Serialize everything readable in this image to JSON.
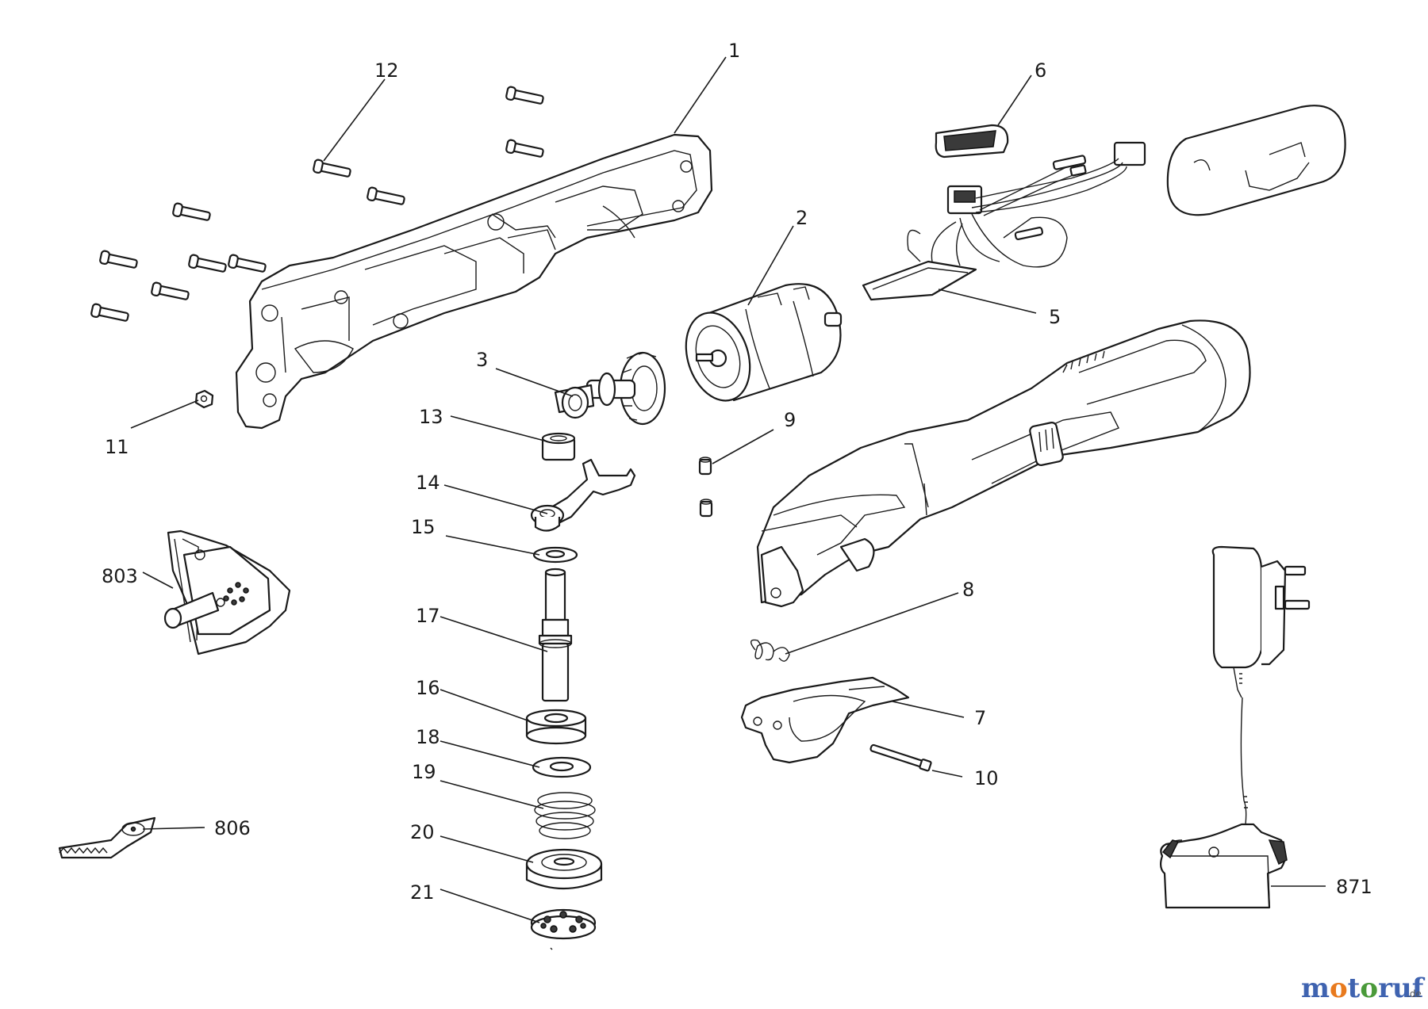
{
  "labels": [
    {
      "id": "1",
      "text": "1"
    },
    {
      "id": "2",
      "text": "2"
    },
    {
      "id": "3",
      "text": "3"
    },
    {
      "id": "5",
      "text": "5"
    },
    {
      "id": "6",
      "text": "6"
    },
    {
      "id": "7",
      "text": "7"
    },
    {
      "id": "8",
      "text": "8"
    },
    {
      "id": "9",
      "text": "9"
    },
    {
      "id": "10",
      "text": "10"
    },
    {
      "id": "11",
      "text": "11"
    },
    {
      "id": "12",
      "text": "12"
    },
    {
      "id": "13",
      "text": "13"
    },
    {
      "id": "14",
      "text": "14"
    },
    {
      "id": "15",
      "text": "15"
    },
    {
      "id": "16",
      "text": "16"
    },
    {
      "id": "17",
      "text": "17"
    },
    {
      "id": "18",
      "text": "18"
    },
    {
      "id": "19",
      "text": "19"
    },
    {
      "id": "20",
      "text": "20"
    },
    {
      "id": "21",
      "text": "21"
    },
    {
      "id": "803",
      "text": "803"
    },
    {
      "id": "806",
      "text": "806"
    },
    {
      "id": "871",
      "text": "871"
    }
  ],
  "watermark": {
    "brand_part1": "motoruf",
    "suffix": ".de"
  },
  "colors": {
    "line": "#1a1a1a",
    "watermark_blue": "#3f63b0",
    "watermark_orange": "#e87a1e",
    "watermark_green": "#4a9a3a"
  }
}
